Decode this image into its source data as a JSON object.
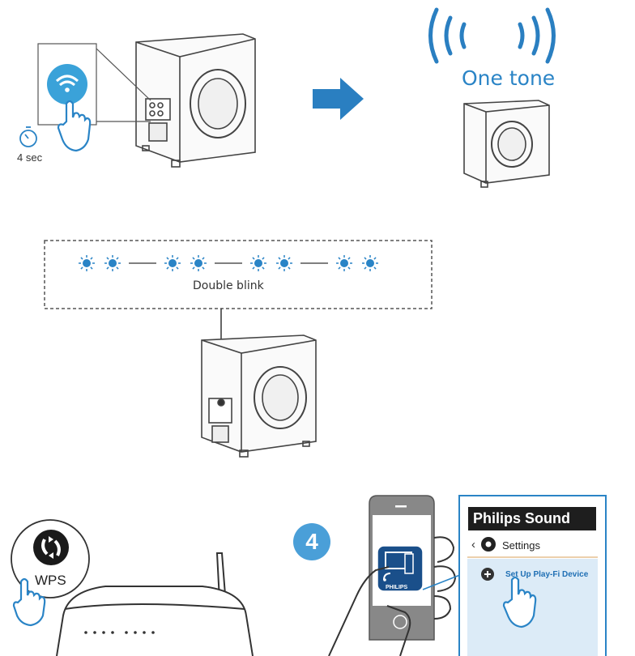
{
  "step1": {
    "hold_time": "4 sec",
    "icons": [
      "wifi-button-icon",
      "timer-icon",
      "hand-press-icon",
      "speaker-icon"
    ]
  },
  "step2": {
    "tone_label": "One tone",
    "icons": [
      "arrow-right-icon",
      "sound-waves-icon",
      "speaker-icon"
    ]
  },
  "step3": {
    "blink_label": "Double blink",
    "blink_pairs": 4,
    "led_color": "#2a84c6"
  },
  "step4": {
    "wps_label": "WPS",
    "step_number": "4",
    "app_brand": "PHILIPS",
    "panel_title": "Philips Sound",
    "settings_label": "Settings",
    "setup_label": "Set Up Play-Fi Device",
    "icons": [
      "router-icon",
      "wps-icon",
      "phone-icon",
      "play-fi-app-icon",
      "gear-icon",
      "plus-icon",
      "back-icon"
    ]
  },
  "colors": {
    "accent": "#2a84c6",
    "panel_border": "#2a84c6",
    "dark_bar": "#1e1e1e"
  }
}
